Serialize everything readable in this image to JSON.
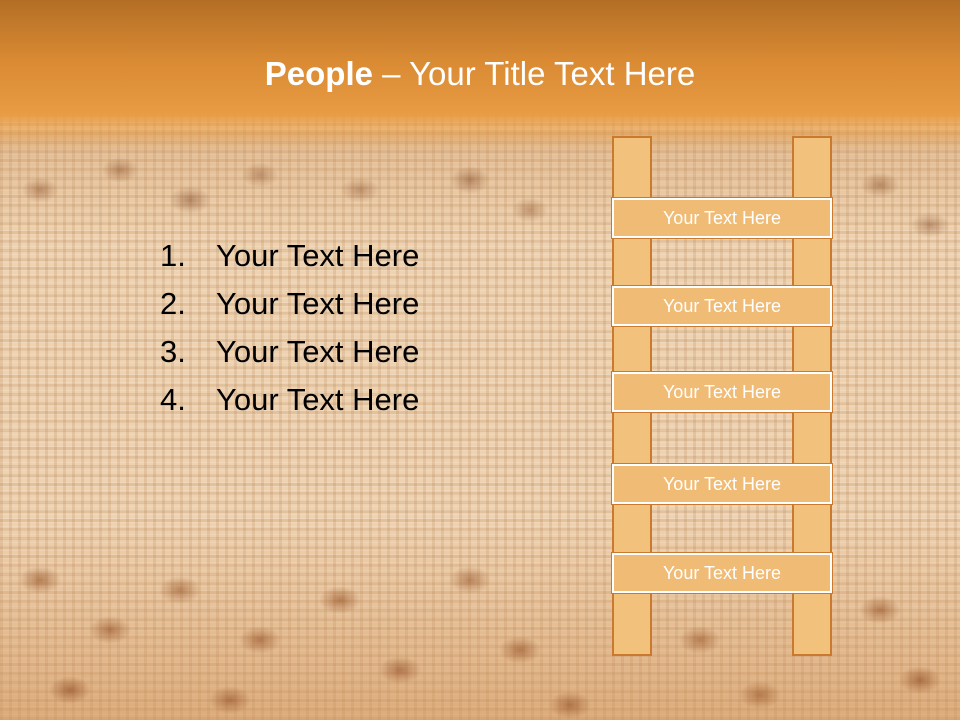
{
  "title": {
    "bold_part": "People",
    "rest_part": " – Your Title Text Here"
  },
  "list": [
    {
      "number": "1.",
      "text": "Your Text Here"
    },
    {
      "number": "2.",
      "text": "Your Text Here"
    },
    {
      "number": "3.",
      "text": "Your Text Here"
    },
    {
      "number": "4.",
      "text": "Your Text Here"
    }
  ],
  "ladder": {
    "rungs": [
      {
        "label": "Your Text Here"
      },
      {
        "label": "Your Text Here"
      },
      {
        "label": "Your Text Here"
      },
      {
        "label": "Your Text Here"
      },
      {
        "label": "Your Text Here"
      }
    ]
  },
  "colors": {
    "title_bar": "#e89b42",
    "ladder_fill": "#f0bb74",
    "ladder_border": "#c97a2e",
    "background": "#efd2b0"
  }
}
